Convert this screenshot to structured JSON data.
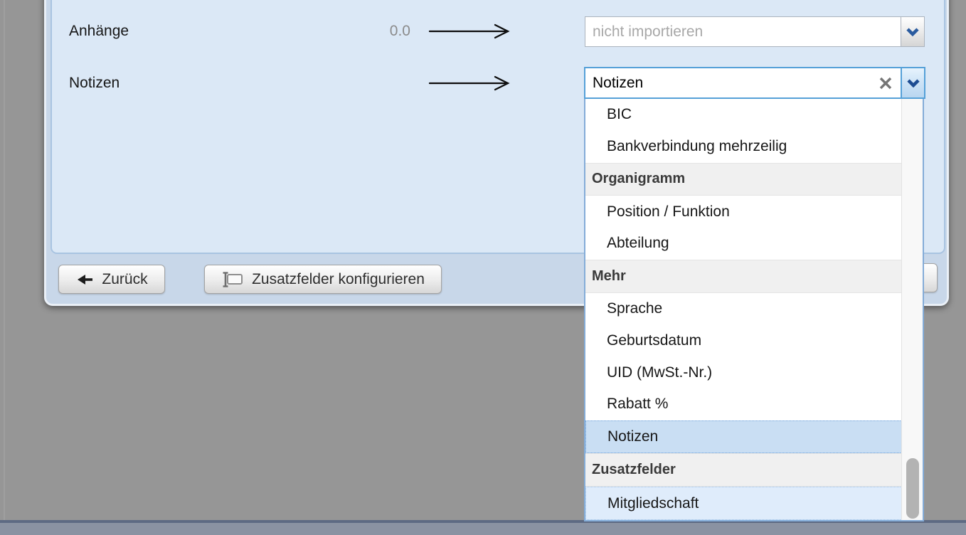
{
  "colors": {
    "page_bg": "#969696",
    "dialog_bg": "#c8d7e9",
    "panel_bg": "#dbe8f6",
    "accent_blue": "#55a0d8",
    "selection_bg": "#c9def3",
    "hover_bg": "#dfecfb",
    "header_bg": "#f0f0f0",
    "placeholder_gray": "#a8a8a8",
    "bottombar_bg": "#8a92a2",
    "bottombar_line": "#5d6a83"
  },
  "fields": {
    "attachments": {
      "label": "Anhänge",
      "count": "0.0",
      "placeholder": "nicht importieren"
    },
    "notes": {
      "label": "Notizen",
      "value": "Notizen"
    }
  },
  "toolbar": {
    "back_label": "Zurück",
    "configure_label": "Zusatzfelder konfigurieren"
  },
  "dropdown": {
    "rows": [
      {
        "type": "item",
        "label": "BIC"
      },
      {
        "type": "item",
        "label": "Bankverbindung mehrzeilig"
      },
      {
        "type": "header",
        "label": "Organigramm"
      },
      {
        "type": "item",
        "label": "Position / Funktion"
      },
      {
        "type": "item",
        "label": "Abteilung"
      },
      {
        "type": "header",
        "label": "Mehr"
      },
      {
        "type": "item",
        "label": "Sprache"
      },
      {
        "type": "item",
        "label": "Geburtsdatum"
      },
      {
        "type": "item",
        "label": "UID (MwSt.-Nr.)"
      },
      {
        "type": "item",
        "label": "Rabatt %"
      },
      {
        "type": "item",
        "label": "Notizen",
        "state": "selected"
      },
      {
        "type": "header",
        "label": "Zusatzfelder"
      },
      {
        "type": "item",
        "label": "Mitgliedschaft",
        "state": "hover"
      }
    ]
  }
}
